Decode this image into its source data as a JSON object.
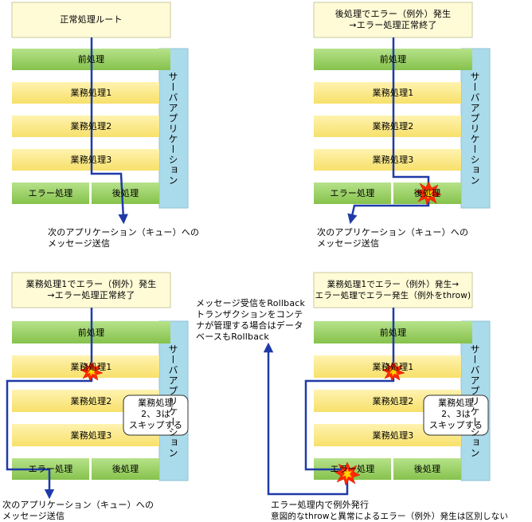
{
  "colors": {
    "title_box": "#fffbd6",
    "green": "#96cf5e",
    "yellow": "#fbe98a",
    "server": "#aadbea",
    "flow_line": "#1f3aa8",
    "burst": "#ff2a00",
    "burst_core": "#ffd200"
  },
  "blocks": {
    "pre": "前処理",
    "task1": "業務処理1",
    "task2": "業務処理2",
    "task3": "業務処理3",
    "error": "エラー処理",
    "post": "後処理",
    "server": "サーバアプリケーション"
  },
  "panels": [
    {
      "title": [
        "正常処理ルート"
      ],
      "note": [
        "次のアプリケーション（キュー）への",
        "メッセージ送信"
      ]
    },
    {
      "title": [
        "後処理でエラー（例外）発生",
        "→エラー処理正常終了"
      ],
      "note": [
        "次のアプリケーション（キュー）への",
        "メッセージ送信"
      ]
    },
    {
      "title": [
        "業務処理1でエラー（例外）発生",
        "→エラー処理正常終了"
      ],
      "note": [
        "次のアプリケーション（キュー）への",
        "メッセージ送信"
      ],
      "skip": [
        "業務処理",
        "2、3は",
        "スキップする"
      ]
    },
    {
      "title": [
        "業務処理1でエラー（例外）発生→",
        "エラー処理でエラー発生（例外をthrow)"
      ],
      "note": [
        "エラー処理内で例外発行",
        "意図的なthrowと異常によるエラー（例外）発生は区別しない"
      ],
      "skip": [
        "業務処理",
        "2、3は",
        "スキップする"
      ]
    }
  ],
  "rollback_note": [
    "メッセージ受信をRollback",
    "トランザクションをコンテ",
    "ナが管理する場合はデータ",
    "ベースもRollback"
  ]
}
